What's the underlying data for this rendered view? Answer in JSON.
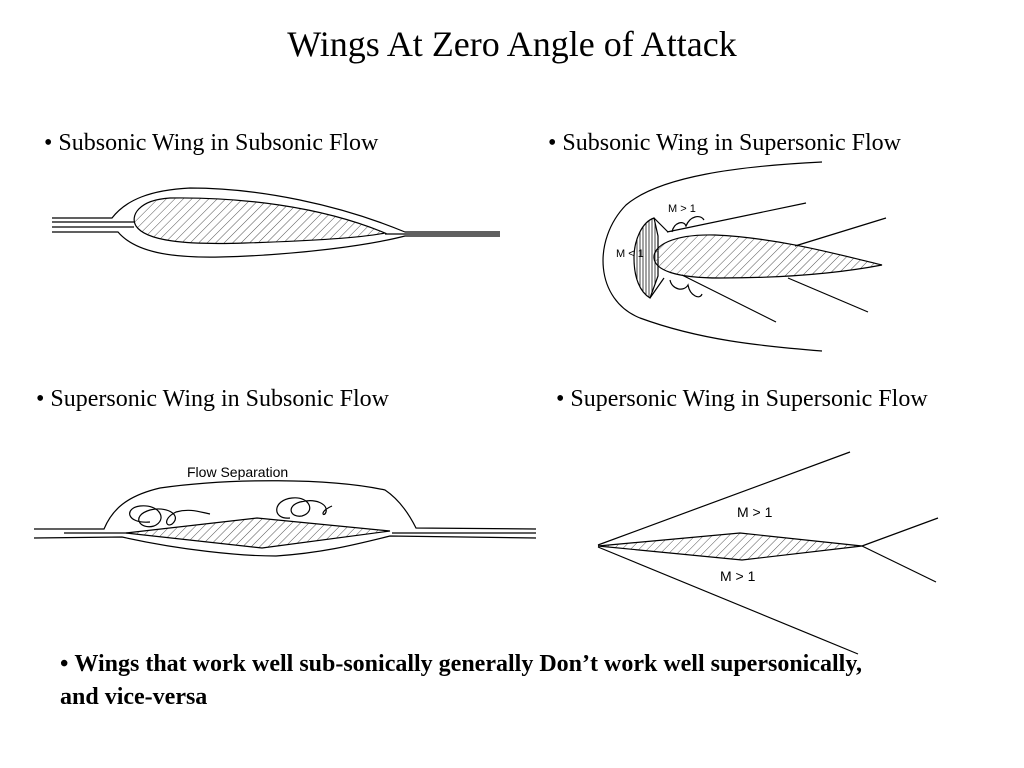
{
  "title": "Wings At Zero Angle of Attack",
  "bullet": "•",
  "panels": [
    {
      "label": "Subsonic Wing in Subsonic Flow",
      "annotations": []
    },
    {
      "label": "Subsonic Wing in Supersonic Flow",
      "annotations": [
        "M > 1",
        "M < 1"
      ]
    },
    {
      "label": "Supersonic Wing in Subsonic Flow",
      "annotations": [
        "Flow Separation"
      ]
    },
    {
      "label": "Supersonic Wing in Supersonic Flow",
      "annotations": [
        "M > 1",
        "M > 1"
      ]
    }
  ],
  "conclusion": "Wings that work well sub-sonically generally Don’t work well supersonically, and vice-versa",
  "colors": {
    "ink": "#000000",
    "background": "#ffffff",
    "hatch": "#555555"
  }
}
